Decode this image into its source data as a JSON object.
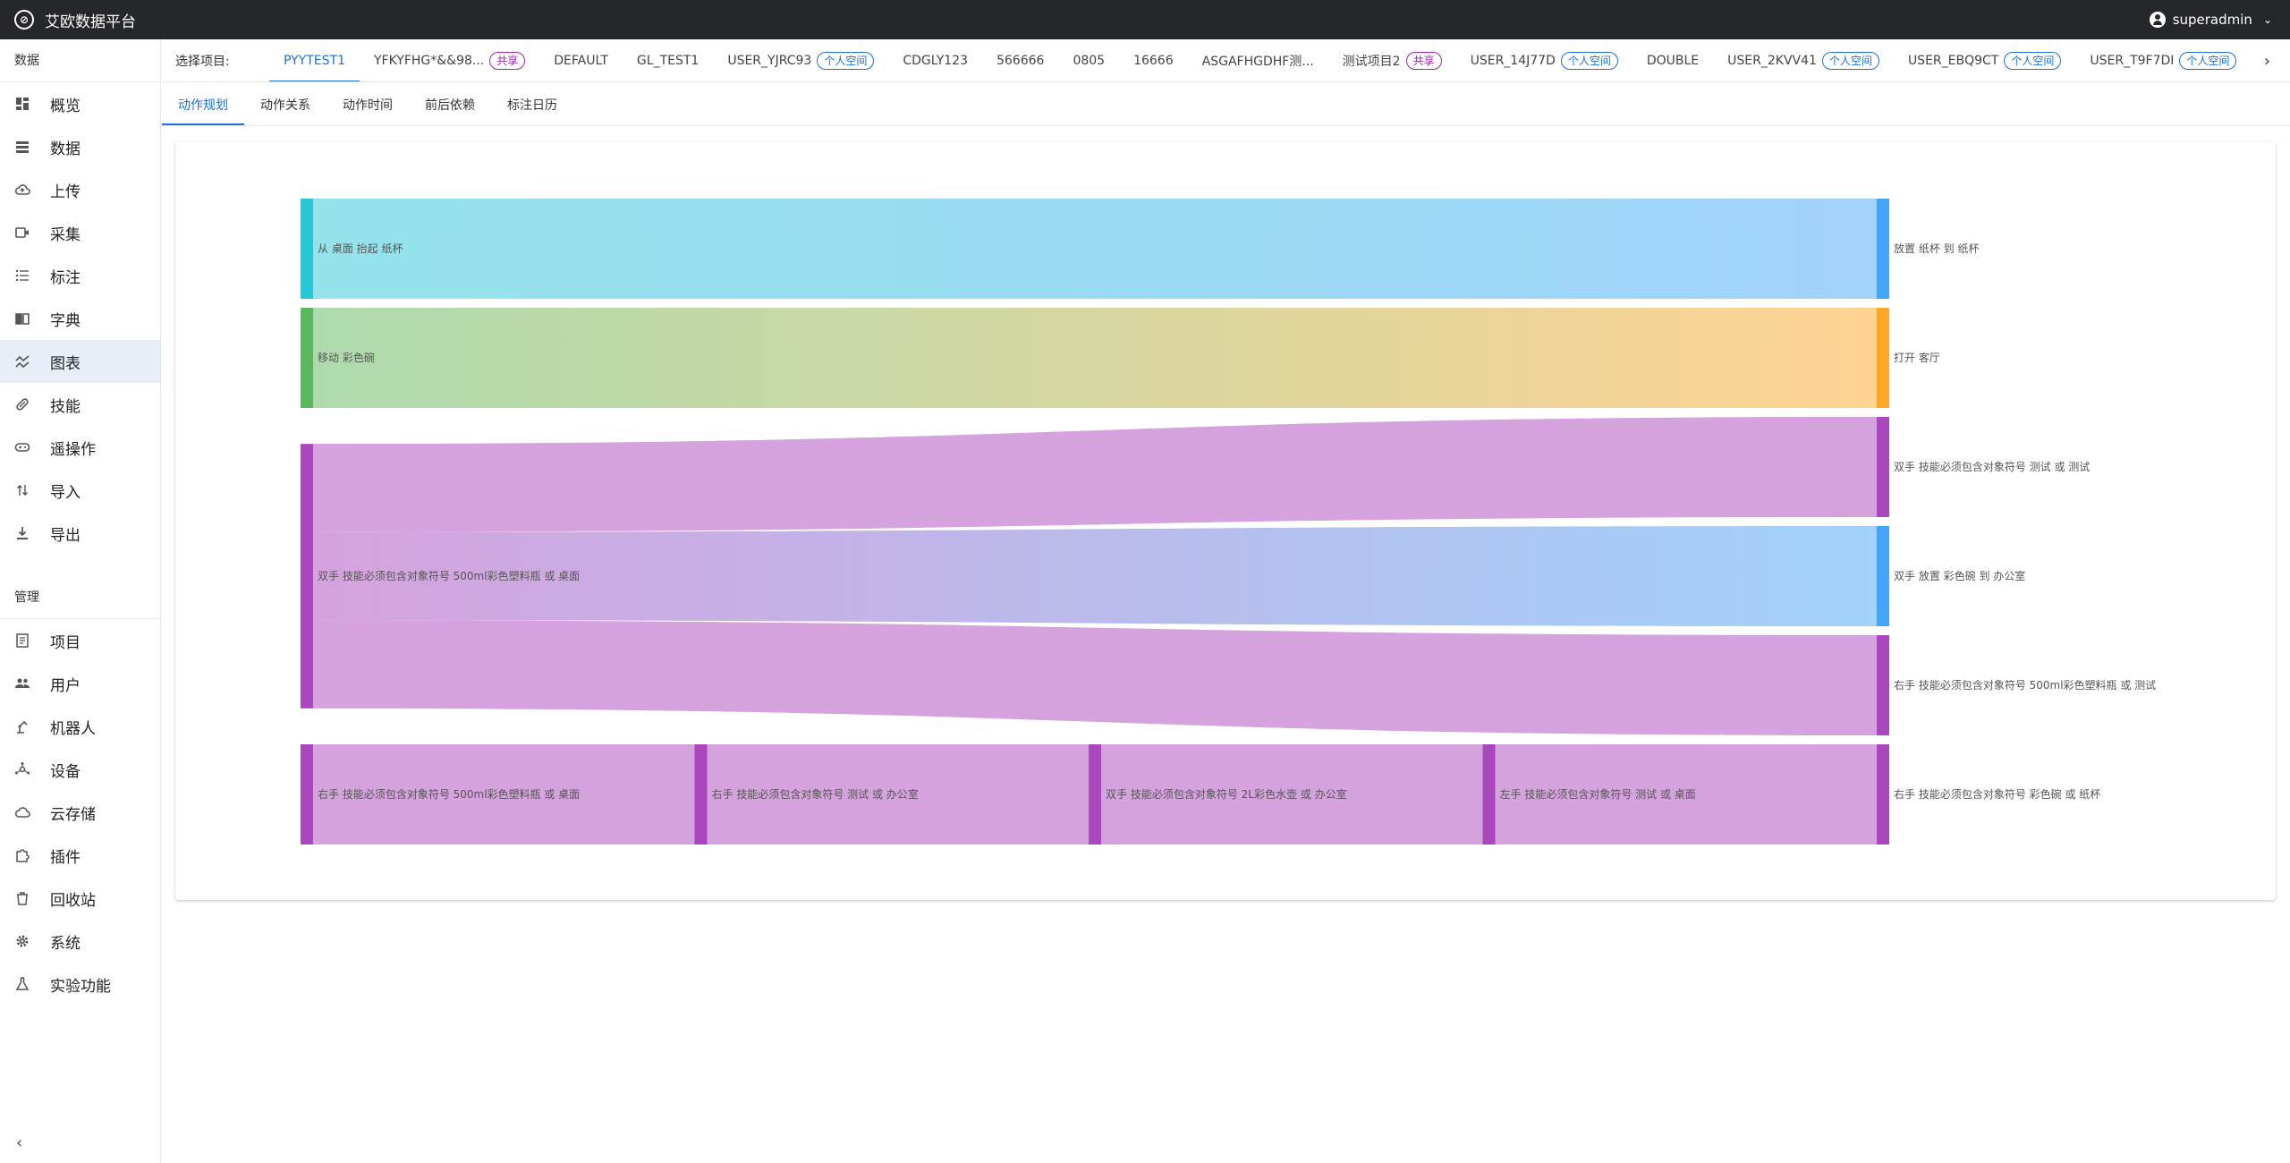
{
  "app": {
    "title": "艾欧数据平台",
    "logo_icon": "logo-icon"
  },
  "user": {
    "name": "superadmin"
  },
  "sidebar": {
    "sections": [
      {
        "title": "数据",
        "items": [
          {
            "label": "概览",
            "icon": "dashboard-icon"
          },
          {
            "label": "数据",
            "icon": "list-icon"
          },
          {
            "label": "上传",
            "icon": "cloud-upload-icon"
          },
          {
            "label": "采集",
            "icon": "video-camera-icon"
          },
          {
            "label": "标注",
            "icon": "checklist-icon"
          },
          {
            "label": "字典",
            "icon": "book-icon"
          },
          {
            "label": "图表",
            "icon": "chart-icon",
            "active": true
          },
          {
            "label": "技能",
            "icon": "pill-icon"
          },
          {
            "label": "遥操作",
            "icon": "gamepad-icon"
          },
          {
            "label": "导入",
            "icon": "swap-icon"
          },
          {
            "label": "导出",
            "icon": "download-icon"
          }
        ]
      },
      {
        "title": "管理",
        "items": [
          {
            "label": "项目",
            "icon": "document-icon"
          },
          {
            "label": "用户",
            "icon": "users-icon"
          },
          {
            "label": "机器人",
            "icon": "robot-arm-icon"
          },
          {
            "label": "设备",
            "icon": "hub-icon"
          },
          {
            "label": "云存储",
            "icon": "cloud-icon"
          },
          {
            "label": "插件",
            "icon": "puzzle-icon"
          },
          {
            "label": "回收站",
            "icon": "trash-icon"
          },
          {
            "label": "系统",
            "icon": "gear-icon"
          },
          {
            "label": "实验功能",
            "icon": "flask-icon"
          }
        ]
      }
    ]
  },
  "projects": {
    "label": "选择项目:",
    "tabs": [
      {
        "name": "PYYTEST1",
        "active": true
      },
      {
        "name": "YFKYFHG*&&98...",
        "badge": "共享",
        "badge_type": "share"
      },
      {
        "name": "DEFAULT"
      },
      {
        "name": "GL_TEST1"
      },
      {
        "name": "USER_YJRC93",
        "badge": "个人空间",
        "badge_type": "personal"
      },
      {
        "name": "CDGLY123"
      },
      {
        "name": "566666"
      },
      {
        "name": "0805"
      },
      {
        "name": "16666"
      },
      {
        "name": "ASGAFHGDHF测..."
      },
      {
        "name": "测试项目2",
        "badge": "共享",
        "badge_type": "share"
      },
      {
        "name": "USER_14J77D",
        "badge": "个人空间",
        "badge_type": "personal"
      },
      {
        "name": "DOUBLE"
      },
      {
        "name": "USER_2KVV41",
        "badge": "个人空间",
        "badge_type": "personal"
      },
      {
        "name": "USER_EBQ9CT",
        "badge": "个人空间",
        "badge_type": "personal"
      },
      {
        "name": "USER_T9F7DI",
        "badge": "个人空间",
        "badge_type": "personal"
      }
    ]
  },
  "subtabs": [
    {
      "label": "动作规划",
      "active": true
    },
    {
      "label": "动作关系"
    },
    {
      "label": "动作时间"
    },
    {
      "label": "前后依赖"
    },
    {
      "label": "标注日历"
    }
  ],
  "chart_data": {
    "type": "sankey",
    "nodes": [
      {
        "name": "从 桌面 抬起 纸杯",
        "color": "#29c7d6",
        "column": 0
      },
      {
        "name": "移动 彩色碗",
        "color": "#5cb65c",
        "column": 0
      },
      {
        "name": "双手 技能必须包含对象符号 500ml彩色塑料瓶 或 桌面",
        "color": "#ab47bc",
        "column": 0
      },
      {
        "name": "右手 技能必须包含对象符号 500ml彩色塑料瓶 或 桌面",
        "color": "#ab47bc",
        "column": 0
      },
      {
        "name": "右手 技能必须包含对象符号 测试 或 办公室",
        "color": "#ab47bc",
        "column": 1
      },
      {
        "name": "双手 技能必须包含对象符号 2L彩色水壶 或 办公室",
        "color": "#ab47bc",
        "column": 2
      },
      {
        "name": "左手 技能必须包含对象符号 测试 或 桌面",
        "color": "#ab47bc",
        "column": 3
      },
      {
        "name": "放置 纸杯 到 纸杯",
        "color": "#42a5f5",
        "column": 4
      },
      {
        "name": "打开 客厅",
        "color": "#ffa726",
        "column": 4
      },
      {
        "name": "双手 技能必须包含对象符号 测试 或 测试",
        "color": "#ab47bc",
        "column": 4
      },
      {
        "name": "双手 放置 彩色碗 到 办公室",
        "color": "#42a5f5",
        "column": 4
      },
      {
        "name": "右手 技能必须包含对象符号 500ml彩色塑料瓶 或 测试",
        "color": "#ab47bc",
        "column": 4
      },
      {
        "name": "右手 技能必须包含对象符号 彩色碗 或 纸杯",
        "color": "#ab47bc",
        "column": 4
      }
    ],
    "links": [
      {
        "source": "从 桌面 抬起 纸杯",
        "target": "放置 纸杯 到 纸杯",
        "value": 1
      },
      {
        "source": "移动 彩色碗",
        "target": "打开 客厅",
        "value": 1
      },
      {
        "source": "双手 技能必须包含对象符号 500ml彩色塑料瓶 或 桌面",
        "target": "双手 技能必须包含对象符号 测试 或 测试",
        "value": 1
      },
      {
        "source": "双手 技能必须包含对象符号 500ml彩色塑料瓶 或 桌面",
        "target": "双手 放置 彩色碗 到 办公室",
        "value": 1
      },
      {
        "source": "双手 技能必须包含对象符号 500ml彩色塑料瓶 或 桌面",
        "target": "右手 技能必须包含对象符号 500ml彩色塑料瓶 或 测试",
        "value": 1
      },
      {
        "source": "右手 技能必须包含对象符号 500ml彩色塑料瓶 或 桌面",
        "target": "右手 技能必须包含对象符号 测试 或 办公室",
        "value": 1
      },
      {
        "source": "右手 技能必须包含对象符号 测试 或 办公室",
        "target": "双手 技能必须包含对象符号 2L彩色水壶 或 办公室",
        "value": 1
      },
      {
        "source": "双手 技能必须包含对象符号 2L彩色水壶 或 办公室",
        "target": "左手 技能必须包含对象符号 测试 或 桌面",
        "value": 1
      },
      {
        "source": "左手 技能必须包含对象符号 测试 或 桌面",
        "target": "右手 技能必须包含对象符号 彩色碗 或 纸杯",
        "value": 1
      }
    ]
  }
}
